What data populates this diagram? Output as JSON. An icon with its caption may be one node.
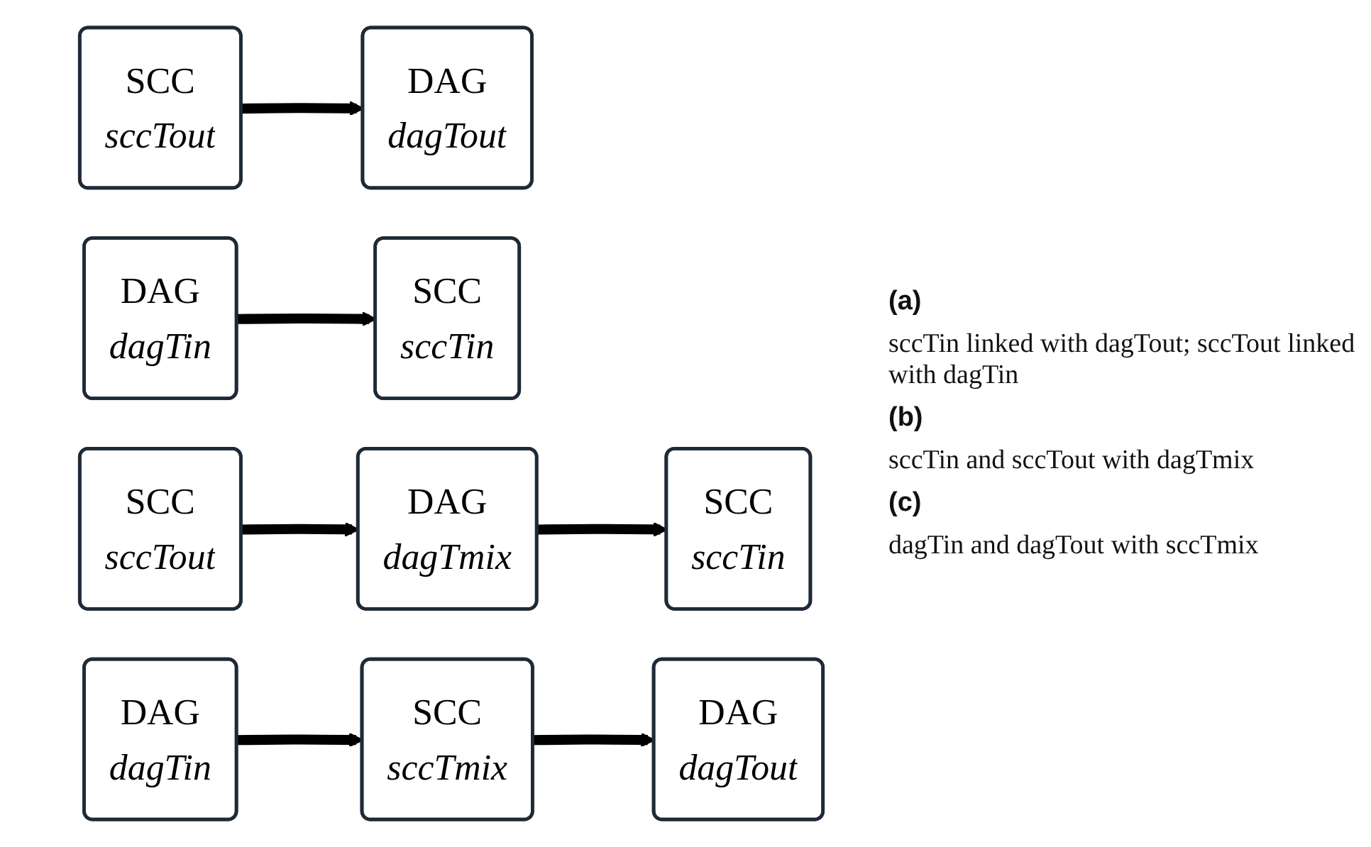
{
  "diagram": {
    "nodes": [
      {
        "text": [
          "SCC",
          "sccTout"
        ]
      },
      {
        "text": [
          "DAG",
          "dagTout"
        ]
      },
      {
        "text": [
          "SCC",
          "sccTin"
        ]
      },
      {
        "text": [
          "DAG",
          "dagTin"
        ]
      },
      {
        "text": [
          "SCC",
          "sccTout"
        ]
      },
      {
        "text": [
          "DAG",
          "dagTmix"
        ]
      },
      {
        "text": [
          "SCC",
          "sccTin"
        ]
      },
      {
        "text": [
          "SCC",
          "sccTmix"
        ]
      },
      {
        "text": [
          "DAG",
          "dagTout"
        ]
      },
      {
        "text": [
          "DAG",
          "dagTin"
        ]
      }
    ],
    "edges": [
      {
        "from": 0,
        "to": 1,
        "arrow": "to"
      },
      {
        "from": 3,
        "to": 2,
        "arrow": "to"
      },
      {
        "from": 4,
        "to": 5,
        "arrow": "to"
      },
      {
        "from": 5,
        "to": 6,
        "arrow": "to"
      },
      {
        "from": 7,
        "to": 8,
        "arrow": "to"
      },
      {
        "from": 9,
        "to": 7,
        "arrow": "to"
      }
    ],
    "labels": [
      "(a)",
      "sccTin linked with dagTout; sccTout linked with dagTin",
      "(b)",
      "sccTin and sccTout with dagTmix",
      "(c)",
      "dagTin and dagTout with sccTmix"
    ]
  }
}
